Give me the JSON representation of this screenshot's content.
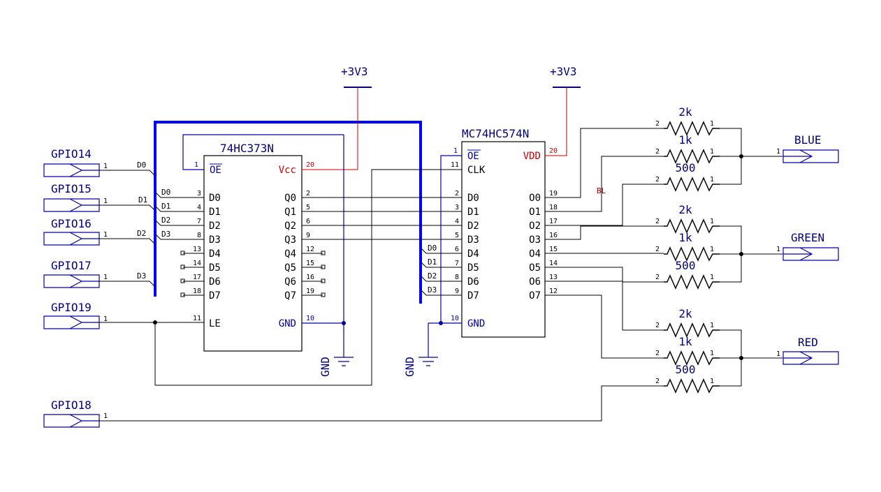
{
  "colors": {
    "wire": "#000000",
    "bus": "#0000ff",
    "power": "#cc0000",
    "label": "#000080",
    "ground": "#0000aa"
  },
  "power": {
    "vcc_left": "+3V3",
    "vcc_right": "+3V3",
    "gnd_left": "GND",
    "gnd_right": "GND"
  },
  "ports": {
    "gpio14": "GPIO14",
    "gpio15": "GPIO15",
    "gpio16": "GPIO16",
    "gpio17": "GPIO17",
    "gpio19": "GPIO19",
    "gpio18": "GPIO18",
    "blue": "BLUE",
    "green": "GREEN",
    "red": "RED",
    "pin": "1"
  },
  "ic1": {
    "name": "74HC373N",
    "left_pins": [
      {
        "num": "1",
        "label": "OE"
      },
      {
        "num": "3",
        "label": "D0"
      },
      {
        "num": "4",
        "label": "D1"
      },
      {
        "num": "7",
        "label": "D2"
      },
      {
        "num": "8",
        "label": "D3"
      },
      {
        "num": "13",
        "label": "D4"
      },
      {
        "num": "14",
        "label": "D5"
      },
      {
        "num": "17",
        "label": "D6"
      },
      {
        "num": "18",
        "label": "D7"
      },
      {
        "num": "11",
        "label": "LE"
      }
    ],
    "right_pins": [
      {
        "num": "20",
        "label": "Vcc"
      },
      {
        "num": "2",
        "label": "Q0"
      },
      {
        "num": "5",
        "label": "Q1"
      },
      {
        "num": "6",
        "label": "Q2"
      },
      {
        "num": "9",
        "label": "Q3"
      },
      {
        "num": "12",
        "label": "Q4"
      },
      {
        "num": "15",
        "label": "Q5"
      },
      {
        "num": "16",
        "label": "Q6"
      },
      {
        "num": "19",
        "label": "Q7"
      },
      {
        "num": "10",
        "label": "GND"
      }
    ]
  },
  "ic2": {
    "name": "MC74HC574N",
    "left_pins": [
      {
        "num": "1",
        "label": "OE"
      },
      {
        "num": "11",
        "label": "CLK"
      },
      {
        "num": "2",
        "label": "D0"
      },
      {
        "num": "3",
        "label": "D1"
      },
      {
        "num": "4",
        "label": "D2"
      },
      {
        "num": "5",
        "label": "D3"
      },
      {
        "num": "6",
        "label": "D4"
      },
      {
        "num": "7",
        "label": "D5"
      },
      {
        "num": "8",
        "label": "D6"
      },
      {
        "num": "9",
        "label": "D7"
      },
      {
        "num": "10",
        "label": "GND"
      }
    ],
    "right_pins": [
      {
        "num": "20",
        "label": "VDD"
      },
      {
        "num": "19",
        "label": "O0"
      },
      {
        "num": "18",
        "label": "O1"
      },
      {
        "num": "17",
        "label": "O2"
      },
      {
        "num": "16",
        "label": "O3"
      },
      {
        "num": "15",
        "label": "O4"
      },
      {
        "num": "14",
        "label": "O5"
      },
      {
        "num": "13",
        "label": "O6"
      },
      {
        "num": "12",
        "label": "O7"
      }
    ]
  },
  "bus_nets": {
    "gpio": [
      "D0",
      "D1",
      "D2",
      "D3"
    ],
    "ic1_in": [
      "D0",
      "D1",
      "D2",
      "D3"
    ],
    "ic2_in": [
      "D0",
      "D1",
      "D2",
      "D3"
    ]
  },
  "net_labels": {
    "bl": "BL"
  },
  "resistors": {
    "values": [
      "2k",
      "1k",
      "500",
      "2k",
      "1k",
      "500",
      "2k",
      "1k",
      "500"
    ],
    "pin_left": "2",
    "pin_right": "1"
  }
}
